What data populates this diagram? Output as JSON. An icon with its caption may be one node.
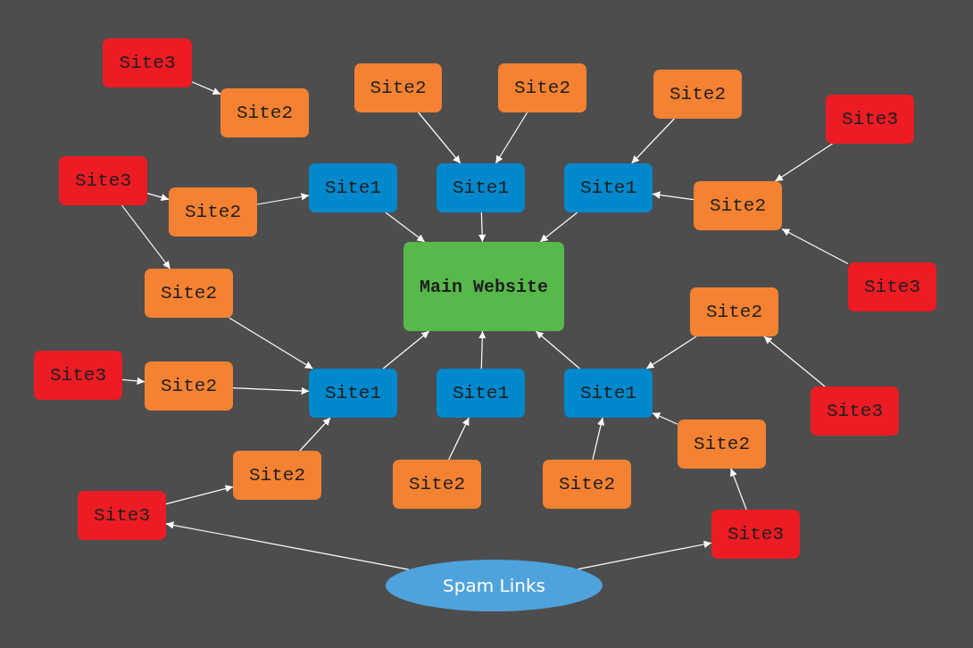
{
  "diagram": {
    "nodes": [
      {
        "text": [
          "Site3"
        ]
      },
      {
        "text": [
          "Site2"
        ]
      },
      {
        "text": [
          "Site2"
        ]
      },
      {
        "text": [
          "Site2"
        ]
      },
      {
        "text": [
          "Site2"
        ]
      },
      {
        "text": [
          "Site3"
        ]
      },
      {
        "text": [
          "Site3"
        ]
      },
      {
        "text": [
          "Site1"
        ]
      },
      {
        "text": [
          "Site1"
        ]
      },
      {
        "text": [
          "Site1"
        ]
      },
      {
        "text": [
          "Site2"
        ]
      },
      {
        "text": [
          "Site2"
        ]
      },
      {
        "text": [
          "Main Website"
        ]
      },
      {
        "text": [
          "Site2"
        ]
      },
      {
        "text": [
          "Site3"
        ]
      },
      {
        "text": [
          "Site2"
        ]
      },
      {
        "text": [
          "Site3"
        ]
      },
      {
        "text": [
          "Site2"
        ]
      },
      {
        "text": [
          "Site1"
        ]
      },
      {
        "text": [
          "Site1"
        ]
      },
      {
        "text": [
          "Site1"
        ]
      },
      {
        "text": [
          "Site3"
        ]
      },
      {
        "text": [
          "Site2"
        ]
      },
      {
        "text": [
          "Site2"
        ]
      },
      {
        "text": [
          "Site2"
        ]
      },
      {
        "text": [
          "Site2"
        ]
      },
      {
        "text": [
          "Site3"
        ]
      },
      {
        "text": [
          "Site3"
        ]
      },
      {
        "text": [
          "Spam Links"
        ]
      }
    ],
    "edges": [
      {
        "from": 0,
        "to": 4,
        "arrow": "to"
      },
      {
        "from": 1,
        "to": 8,
        "arrow": "to"
      },
      {
        "from": 2,
        "to": 8,
        "arrow": "to"
      },
      {
        "from": 3,
        "to": 9,
        "arrow": "to"
      },
      {
        "from": 5,
        "to": 11,
        "arrow": "to"
      },
      {
        "from": 6,
        "to": 10,
        "arrow": "to"
      },
      {
        "from": 6,
        "to": 13,
        "arrow": "to"
      },
      {
        "from": 10,
        "to": 7,
        "arrow": "to"
      },
      {
        "from": 11,
        "to": 9,
        "arrow": "to"
      },
      {
        "from": 7,
        "to": 12,
        "arrow": "to"
      },
      {
        "from": 8,
        "to": 12,
        "arrow": "to"
      },
      {
        "from": 9,
        "to": 12,
        "arrow": "to"
      },
      {
        "from": 14,
        "to": 11,
        "arrow": "to"
      },
      {
        "from": 13,
        "to": 18,
        "arrow": "to"
      },
      {
        "from": 16,
        "to": 17,
        "arrow": "to"
      },
      {
        "from": 17,
        "to": 18,
        "arrow": "to"
      },
      {
        "from": 15,
        "to": 20,
        "arrow": "to"
      },
      {
        "from": 21,
        "to": 15,
        "arrow": "to"
      },
      {
        "from": 18,
        "to": 12,
        "arrow": "to"
      },
      {
        "from": 19,
        "to": 12,
        "arrow": "to"
      },
      {
        "from": 20,
        "to": 12,
        "arrow": "to"
      },
      {
        "from": 22,
        "to": 20,
        "arrow": "to"
      },
      {
        "from": 23,
        "to": 18,
        "arrow": "to"
      },
      {
        "from": 24,
        "to": 19,
        "arrow": "to"
      },
      {
        "from": 25,
        "to": 20,
        "arrow": "to"
      },
      {
        "from": 26,
        "to": 23,
        "arrow": "to"
      },
      {
        "from": 27,
        "to": 22,
        "arrow": "to"
      },
      {
        "from": 28,
        "to": 26,
        "arrow": "to"
      },
      {
        "from": 28,
        "to": 27,
        "arrow": "to"
      }
    ]
  }
}
